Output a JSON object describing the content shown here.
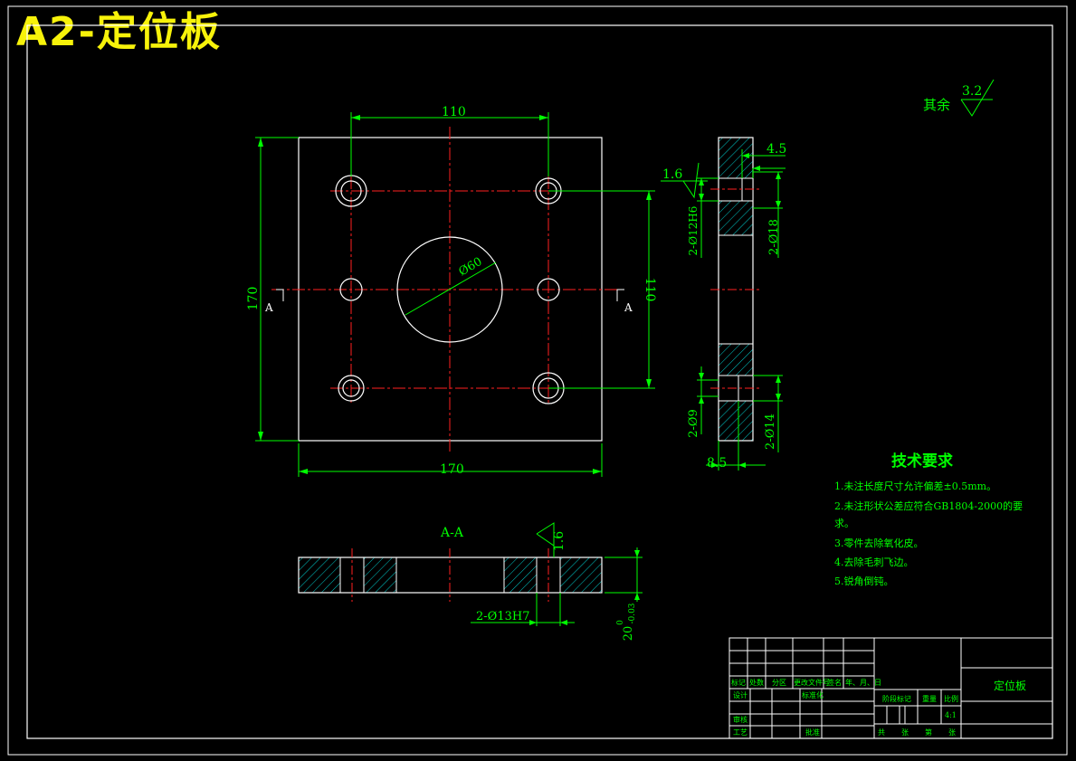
{
  "drawing_title": "A2-定位板",
  "dims": {
    "top_hole_spacing": "110",
    "width": "170",
    "height": "170",
    "right_hole_spacing": "110",
    "big_hole": "Ø60",
    "side_depth": "4.5",
    "counterbore_dia": "2-Ø18",
    "through_hole_fit": "2-Ø12H6",
    "bottom_counterbore": "2-Ø14",
    "bottom_hole": "2-Ø9",
    "side_depth_bottom": "8.5",
    "section_hole_fit": "2-Ø13H7",
    "thickness_value": "20",
    "thickness_tol_upper": "0",
    "thickness_tol_lower": "-0.03"
  },
  "roughness": {
    "rest_label": "其余",
    "rest_value": "3.2",
    "side_value": "1.6",
    "section_value": "1.6"
  },
  "section": {
    "name": "A-A",
    "marker_left": "A",
    "marker_right": "A"
  },
  "tech": {
    "title": "技术要求",
    "items": [
      "1.未注长度尺寸允许偏差±0.5mm。",
      "2.未注形状公差应符合GB1804-2000的要",
      "求。",
      "3.零件去除氧化皮。",
      "4.去除毛刺飞边。",
      "5.锐角倒钝。"
    ]
  },
  "title_block": {
    "headers": [
      "标记",
      "处数",
      "分区",
      "更改文件号",
      "签名",
      "年、月、日"
    ],
    "design": "设计",
    "standardize": "标准化",
    "review": "审核",
    "process": "工艺",
    "approve": "批准",
    "stage_mark": "阶段标记",
    "weight": "重量",
    "scale": "比例",
    "scale_value": "4:1",
    "sheets_total": "共",
    "sheets_word": "张",
    "sheet_no": "第",
    "sheet_word": "张",
    "part_name": "定位板"
  },
  "colors": {
    "green": "#00ff00",
    "red": "#ff2020",
    "white": "#ffffff",
    "yellow": "#f7f20a",
    "cyan_hatch": "#00c8c8"
  }
}
